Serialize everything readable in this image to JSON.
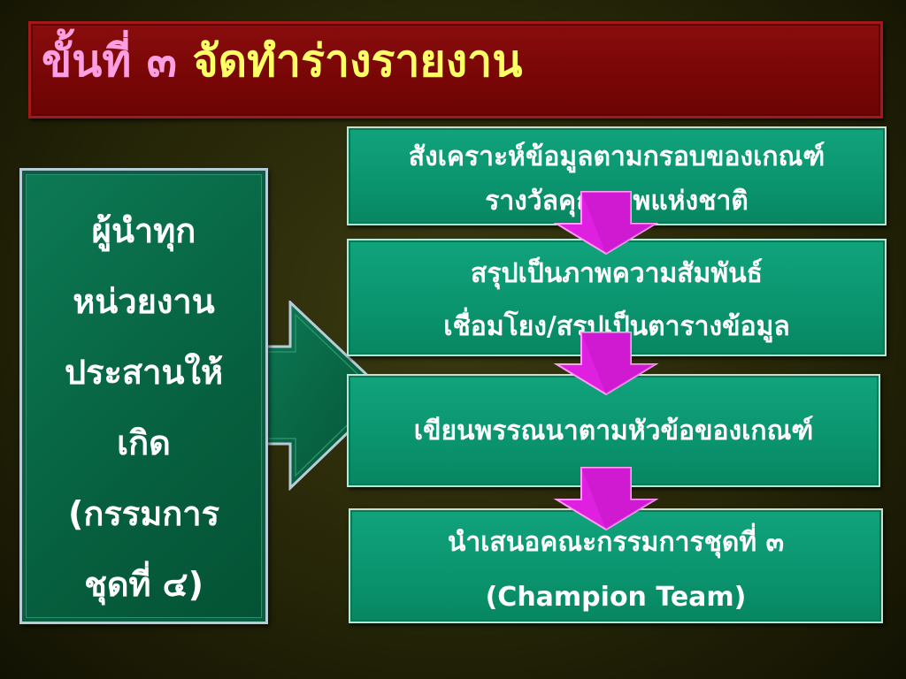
{
  "title": {
    "prefix": "ขั้นที่ ๓",
    "main": "จัดทำร่างรายงาน"
  },
  "left_box": {
    "lines": [
      "ผู้นำทุก",
      "หน่วยงาน",
      "ประสานให้",
      "เกิด",
      "(กรรมการ",
      "ชุดที่ ๔)"
    ]
  },
  "steps": [
    {
      "lines": [
        "สังเคราะห์ข้อมูลตามกรอบของเกณฑ์",
        "รางวัลคุณภาพแห่งชาติ"
      ]
    },
    {
      "lines": [
        "สรุปเป็นภาพความสัมพันธ์",
        "เชื่อมโยง/สรุปเป็นตารางข้อมูล"
      ]
    },
    {
      "lines": [
        "เขียนพรรณนาตามหัวข้อของเกณฑ์"
      ]
    },
    {
      "lines": [
        "นำเสนอคณะกรรมการชุดที่ ๓",
        "(Champion Team)"
      ]
    }
  ],
  "colors": {
    "title_bg": "#780606",
    "title_prefix": "#ff9fe3",
    "title_main": "#ffff66",
    "box_green": "#0a946e",
    "left_green": "#06603f",
    "down_arrow": "#e020e0"
  },
  "icons": {
    "big_arrow": "right-arrow-icon",
    "step_arrow": "down-arrow-icon"
  }
}
